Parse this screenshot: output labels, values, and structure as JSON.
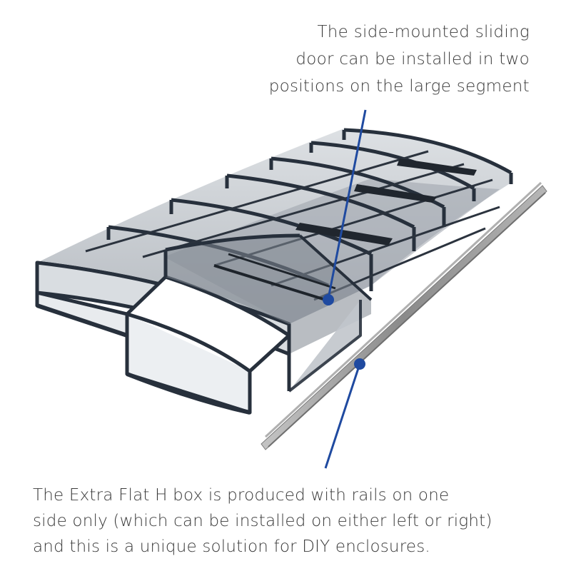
{
  "annotations": {
    "door": {
      "lines": [
        "The side-mounted sliding",
        "door can be installed in two",
        "positions on the large segment"
      ]
    },
    "rail": {
      "lines": [
        "The Extra Flat H box is produced with rails on one",
        "side only (which can be installed on either left or right)",
        "and this is a unique solution for DIY enclosures."
      ]
    }
  },
  "colors": {
    "frame": "#27303c",
    "glass": "#c9ced4",
    "glass_dark": "#8e959e",
    "leader": "#1f4aa0",
    "rail": "#9a9a9a"
  }
}
